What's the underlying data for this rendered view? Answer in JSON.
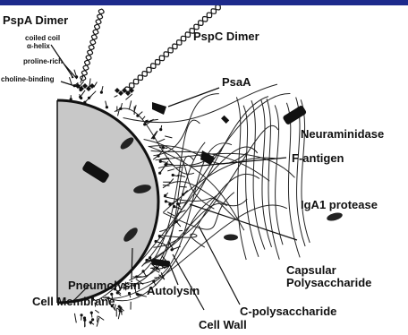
{
  "colors": {
    "top_bar": "#1d2a8c",
    "cell_fill": "#c8c8c8",
    "ink": "#111111",
    "background": "#ffffff"
  },
  "labels": {
    "pspa_dimer": "PspA Dimer",
    "coiled_coil": "coiled coil",
    "alpha_helix": "α-helix",
    "proline_rich": "proline-rich",
    "choline_binding": "choline-binding",
    "pspc_dimer": "PspC Dimer",
    "psaa": "PsaA",
    "neuraminidase": "Neuraminidase",
    "f_antigen": "F-antigen",
    "iga1_protease": "IgA1 protease",
    "capsular_1": "Capsular",
    "capsular_2": "Polysaccharide",
    "pneumolysin": "Pneumolysin",
    "autolysin": "Autolysin",
    "c_polysaccharide": "C-polysaccharide",
    "cell_membrane": "Cell Membrane",
    "cell_wall": "Cell Wall"
  }
}
